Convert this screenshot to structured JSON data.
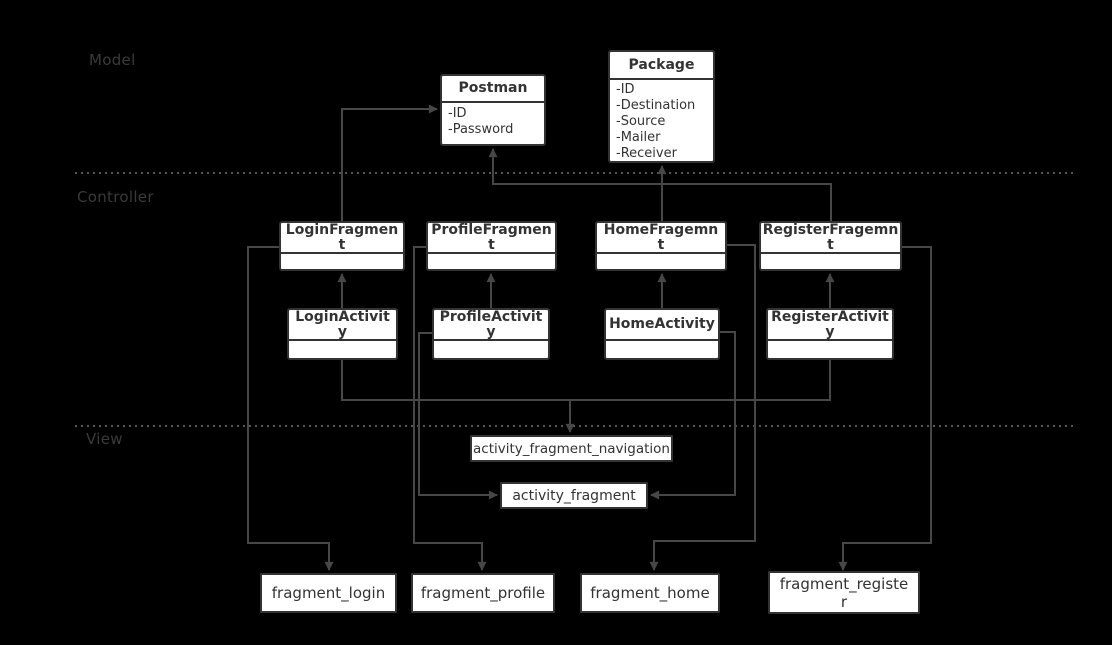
{
  "sections": {
    "model": {
      "label": "Model"
    },
    "controller": {
      "label": "Controller"
    },
    "view": {
      "label": "View"
    }
  },
  "model_classes": {
    "postman": {
      "title": "Postman",
      "attrs": [
        "-ID",
        "-Password"
      ]
    },
    "package": {
      "title": "Package",
      "attrs": [
        "-ID",
        "-Destination",
        "-Source",
        "-Mailer",
        "-Receiver"
      ]
    }
  },
  "controller_classes": {
    "login_fragment": {
      "title": "LoginFragmen\nt"
    },
    "profile_fragment": {
      "title": "ProfileFragmen\nt"
    },
    "home_fragment": {
      "title": "HomeFragemn\nt"
    },
    "register_fragment": {
      "title": "RegisterFragemn\nt"
    },
    "login_activity": {
      "title": "LoginActivit\ny"
    },
    "profile_activity": {
      "title": "ProfileActivit\ny"
    },
    "home_activity": {
      "title": "HomeActivity"
    },
    "register_activity": {
      "title": "RegisterActivit\ny"
    }
  },
  "view_layouts": {
    "activity_fragment_navigation": {
      "label": "activity_fragment_navigation"
    },
    "activity_fragment": {
      "label": "activity_fragment"
    },
    "fragment_login": {
      "label": "fragment_login"
    },
    "fragment_profile": {
      "label": "fragment_profile"
    },
    "fragment_home": {
      "label": "fragment_home"
    },
    "fragment_register": {
      "label": "fragment_registe\nr"
    }
  },
  "edges": [
    {
      "from": "LoginFragment",
      "to": "Postman"
    },
    {
      "from": "RegisterFragemnt",
      "to": "Postman"
    },
    {
      "from": "HomeFragemnt",
      "to": "Package"
    },
    {
      "from": "LoginActivity",
      "to": "LoginFragment"
    },
    {
      "from": "ProfileActivity",
      "to": "ProfileFragment"
    },
    {
      "from": "HomeActivity",
      "to": "HomeFragemnt"
    },
    {
      "from": "RegisterActivity",
      "to": "RegisterFragemnt"
    },
    {
      "from": "LoginActivity",
      "to": "activity_fragment_navigation"
    },
    {
      "from": "RegisterActivity",
      "to": "activity_fragment_navigation"
    },
    {
      "from": "ProfileActivity",
      "to": "activity_fragment"
    },
    {
      "from": "HomeActivity",
      "to": "activity_fragment"
    },
    {
      "from": "LoginFragment",
      "to": "fragment_login"
    },
    {
      "from": "ProfileFragment",
      "to": "fragment_profile"
    },
    {
      "from": "HomeFragemnt",
      "to": "fragment_home"
    },
    {
      "from": "RegisterFragemnt",
      "to": "fragment_register"
    }
  ],
  "colors": {
    "background": "#000000",
    "box_fill": "#ffffff",
    "box_border": "#333333",
    "connector": "#474747",
    "dotted_separator": "#575757",
    "box_text": "#333333",
    "section_label": "#3a3a3a"
  }
}
